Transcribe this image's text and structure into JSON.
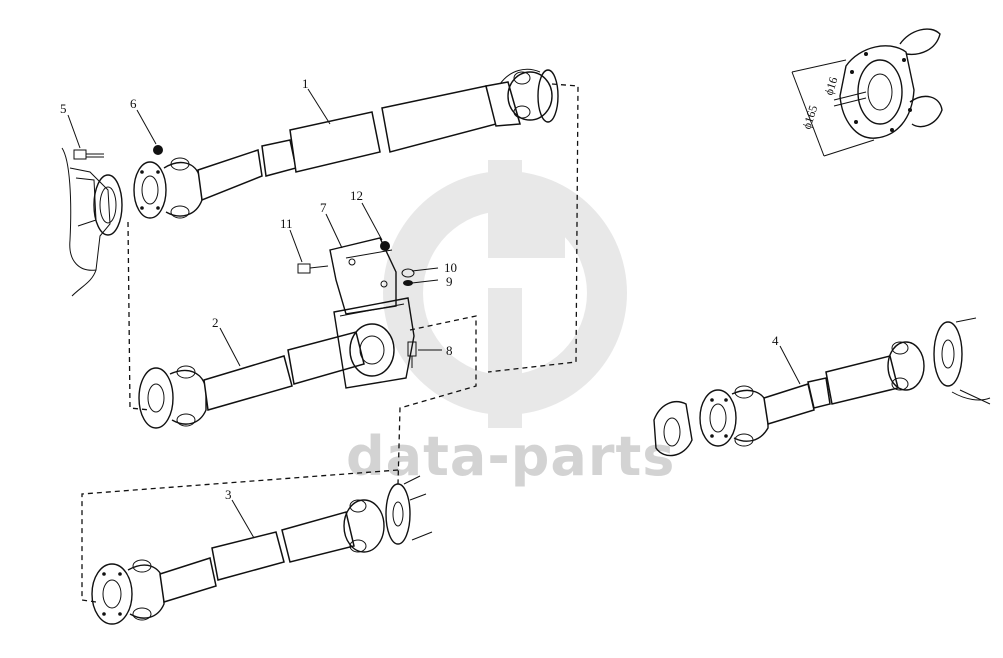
{
  "callouts": [
    {
      "id": "c1",
      "text": "1"
    },
    {
      "id": "c2",
      "text": "2"
    },
    {
      "id": "c3",
      "text": "3"
    },
    {
      "id": "c4",
      "text": "4"
    },
    {
      "id": "c5",
      "text": "5"
    },
    {
      "id": "c6",
      "text": "6"
    },
    {
      "id": "c7",
      "text": "7"
    },
    {
      "id": "c8",
      "text": "8"
    },
    {
      "id": "c9",
      "text": "9"
    },
    {
      "id": "c10",
      "text": "10"
    },
    {
      "id": "c11",
      "text": "11"
    },
    {
      "id": "c12",
      "text": "12"
    }
  ],
  "detail": {
    "dim_outer": "ϕ165",
    "dim_inner": "ϕ16"
  },
  "watermark": {
    "text": "data-parts"
  }
}
